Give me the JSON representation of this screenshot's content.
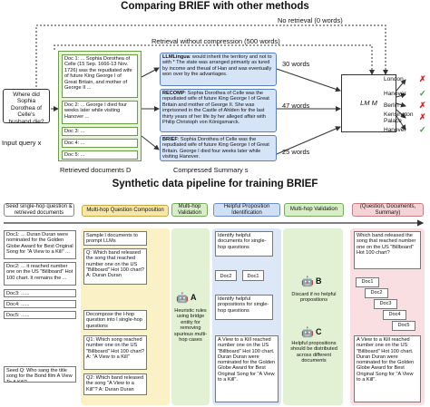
{
  "top": {
    "title": "Comparing BRIEF with other methods",
    "no_retrieval": "No retrieval (0 words)",
    "retrieval_no_compression": "Retrieval without compression (500 words)",
    "query_box": "Where did Sophia Dorothea of Celle's husband die?",
    "input_query_label": "Input query x",
    "doc1": "Doc 1: ... Sophia Dorothea of Celle (15 Sep. 1666-13 Nov. 1726) was the repudiated wife of future King George I of Great Britain, and mother of George II ...",
    "doc2": "Doc 2: ... George I died four weeks later while visiting Hanover ...",
    "doc3": "Doc 3: ...",
    "doc4": "Doc 4: ...",
    "doc5": "Doc 5: ...",
    "retrieved_label": "Retrieved documents D",
    "s1_name": "LLMLingua",
    "s1_text": ": would inherit the territory and not to with * The state was arranged primarily as tured by income and theual of Han and  was eventually won over by the advantages.",
    "s2_name": "RECOMP",
    "s2_text": ": Sophia Dorothea of Celle was the repudiated wife of future King George I of Great Britain and mother of George II. She was imprisoned in the Castle of Ahlden for the last thirty years of her life by her alleged affair with Philip Christoph von Königsmarck.",
    "s3_name": "BRIEF",
    "s3_text": ": Sophia Dorothea of Celle was the repudiated wife of future King George I of Great Britain. George I died four weeks later while visiting Hanover.",
    "compressed_label": "Compressed Summary s",
    "w30": "30 words",
    "w47": "47 words",
    "w25": "25 words",
    "lm": "LM M",
    "answers": [
      {
        "text": "London",
        "ok": false
      },
      {
        "text": "Hanover",
        "ok": true
      },
      {
        "text": "Berlin",
        "ok": false
      },
      {
        "text": "Kensington Palace",
        "ok": false
      },
      {
        "text": "Hanover",
        "ok": true
      }
    ]
  },
  "bottom": {
    "title": "Synthetic data pipeline for training BRIEF",
    "stages": [
      "Seed single-hop question & retrieved documents",
      "Multi-hop Question Composition",
      "Multi-hop Validation",
      "Helpful Proposition Identification",
      "Multi-hop Validation",
      "(Question, Documents, Summary)"
    ],
    "seed_doc1": "Doc1: ... Duran Duran were nominated for the Golden Globe Award for Best Original Song for \"A View to a Kill\" ...",
    "seed_doc2": "Doc2: ... it reached number one on the US \"Billboard\" Hot 100 chart. It remains the ...",
    "seed_doc3": "Doc3: ......",
    "seed_doc4": "Doc4: ......",
    "seed_doc5": "Doc5: ......",
    "seed_q": "Seed Q: Who sang the title song for the Bond film A View To A Kill?",
    "c2_sample": "Sample l documents to prompt LLMs",
    "c2_q": "Q: Which band released the song that reached number one on the US \"Billboard\" Hot 100 chart? A: Duran Duran",
    "c2_decompose": "Decompose the l-hop question into l single-hop questions",
    "c2_q1": "Q1: Which song reached number one on the US \"Billboard\" Hot 100 chart? A: \"A View to a Kill\"",
    "c2_q2": "Q2: Which band released the song \"A View to a Kill\"? A: Duran Duran",
    "c3_label": "A",
    "c3_text": "Heuristic rules using bridge entity for removing spurious multi-hop cases",
    "c4_identify1": "Identify helpful documents for single-hop questions",
    "c4_doc2": "Doc2",
    "c4_doc1": "Doc1",
    "c4_identify2": "Identify helpful propositions for single-hop questions",
    "c4_prop": "A View to a Kill reached number one on the US \"Billboard\" Hot 100 chart. Duran Duran were nominated for the Golden Globe Award for Best Original Song for \"A View to a Kill\".",
    "c5_b": "B",
    "c5_b_text": "Discard if no helpful propositions",
    "c5_c": "C",
    "c5_c_text": "Helpful propositions should be distributed across different documents",
    "c6_q": "Which band released the song that reached number one on the US \"Billboard\" Hot 100 chart?",
    "c6_docs": [
      "Doc1",
      "Doc2",
      "Doc3",
      "Doc4",
      "Doc5"
    ],
    "c6_summary": "A View to a Kill reached number one on the US \"Billboard\" Hot 100 chart. Duran Duran were nominated for the Golden Globe Award for Best Original Song for \"A View to a Kill\"."
  },
  "colors": {
    "green_fill": "#e6f3d8",
    "blue_fill": "#d6e4f7",
    "stage_yellow": "#f7e7a6",
    "stage_green": "#d7eec6",
    "stage_blue": "#cfe0f5",
    "stage_pink": "#f5d2d6",
    "check": "#2e9e2e",
    "cross": "#d22222"
  }
}
